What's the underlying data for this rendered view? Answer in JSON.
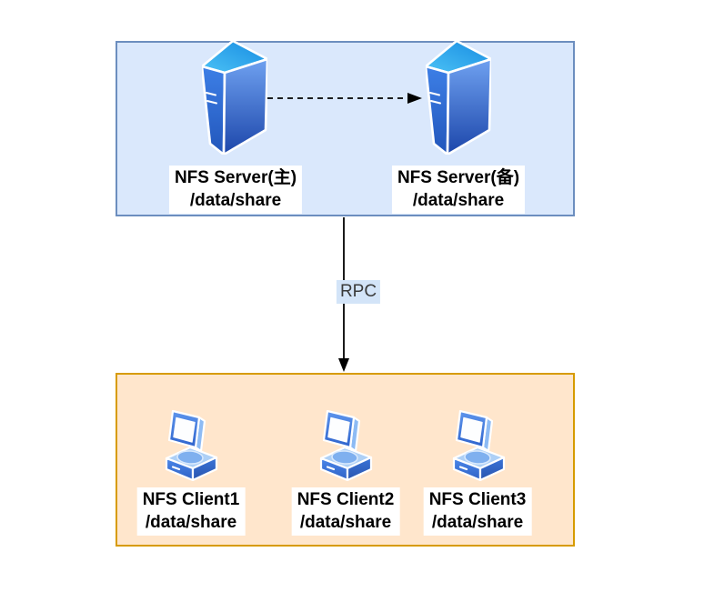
{
  "page": {
    "background": "#ffffff"
  },
  "server_group": {
    "box_fill": "#dae8fc",
    "box_stroke": "#6c8ebf",
    "servers": [
      {
        "name": "NFS Server(主)",
        "path": "/data/share"
      },
      {
        "name": "NFS Server(备)",
        "path": "/data/share"
      }
    ]
  },
  "connection": {
    "label": "RPC",
    "label_bg": "#d3e4f8",
    "arrow_color": "#000000"
  },
  "client_group": {
    "box_fill": "#ffe6cc",
    "box_stroke": "#d79b00",
    "clients": [
      {
        "name": "NFS Client1",
        "path": "/data/share"
      },
      {
        "name": "NFS Client2",
        "path": "/data/share"
      },
      {
        "name": "NFS Client3",
        "path": "/data/share"
      }
    ]
  }
}
